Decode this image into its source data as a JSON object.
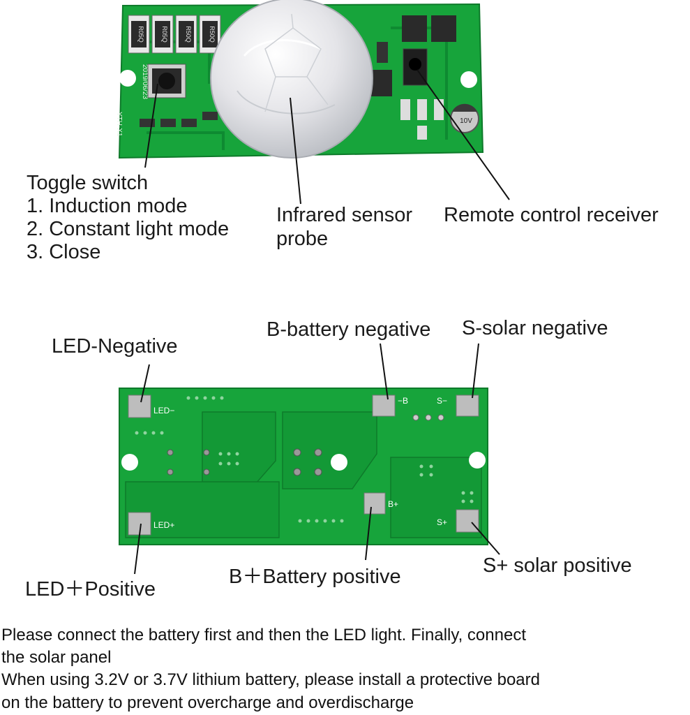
{
  "top_board": {
    "silkscreen": {
      "resistors": [
        "R05Q",
        "R05Q",
        "R50Q",
        "R50Q"
      ],
      "date": "2019/06/23",
      "model": "YTH-X1",
      "capacitor": "10V"
    },
    "callouts": {
      "toggle_switch": {
        "title": "Toggle switch",
        "options": [
          "1. Induction mode",
          "2. Constant light mode",
          "3. Close"
        ]
      },
      "infrared_sensor": [
        "Infrared sensor",
        "probe"
      ],
      "remote_receiver": "Remote control receiver"
    }
  },
  "bottom_board": {
    "silkscreen": {
      "led_neg": "LED−",
      "led_pos": "LED+",
      "b_neg": "−B",
      "s_neg": "S−",
      "b_pos": "B+",
      "s_pos": "S+"
    },
    "callouts": {
      "led_negative": "LED-Negative",
      "battery_negative": "B-battery negative",
      "solar_negative": "S-solar negative",
      "led_positive": "LED＋Positive",
      "battery_positive": "B＋Battery positive",
      "solar_positive": "S+ solar positive"
    }
  },
  "notes": [
    "Please connect the battery first and then the LED light. Finally, connect",
    "the solar panel",
    "When using 3.2V or 3.7V lithium battery, please install a protective board",
    "on the battery to prevent overcharge and overdischarge"
  ],
  "colors": {
    "pcb": "#17a43b",
    "pcb_dark": "#0e7a2a",
    "pad": "#bdbdbd",
    "text": "#1a1a1a"
  }
}
